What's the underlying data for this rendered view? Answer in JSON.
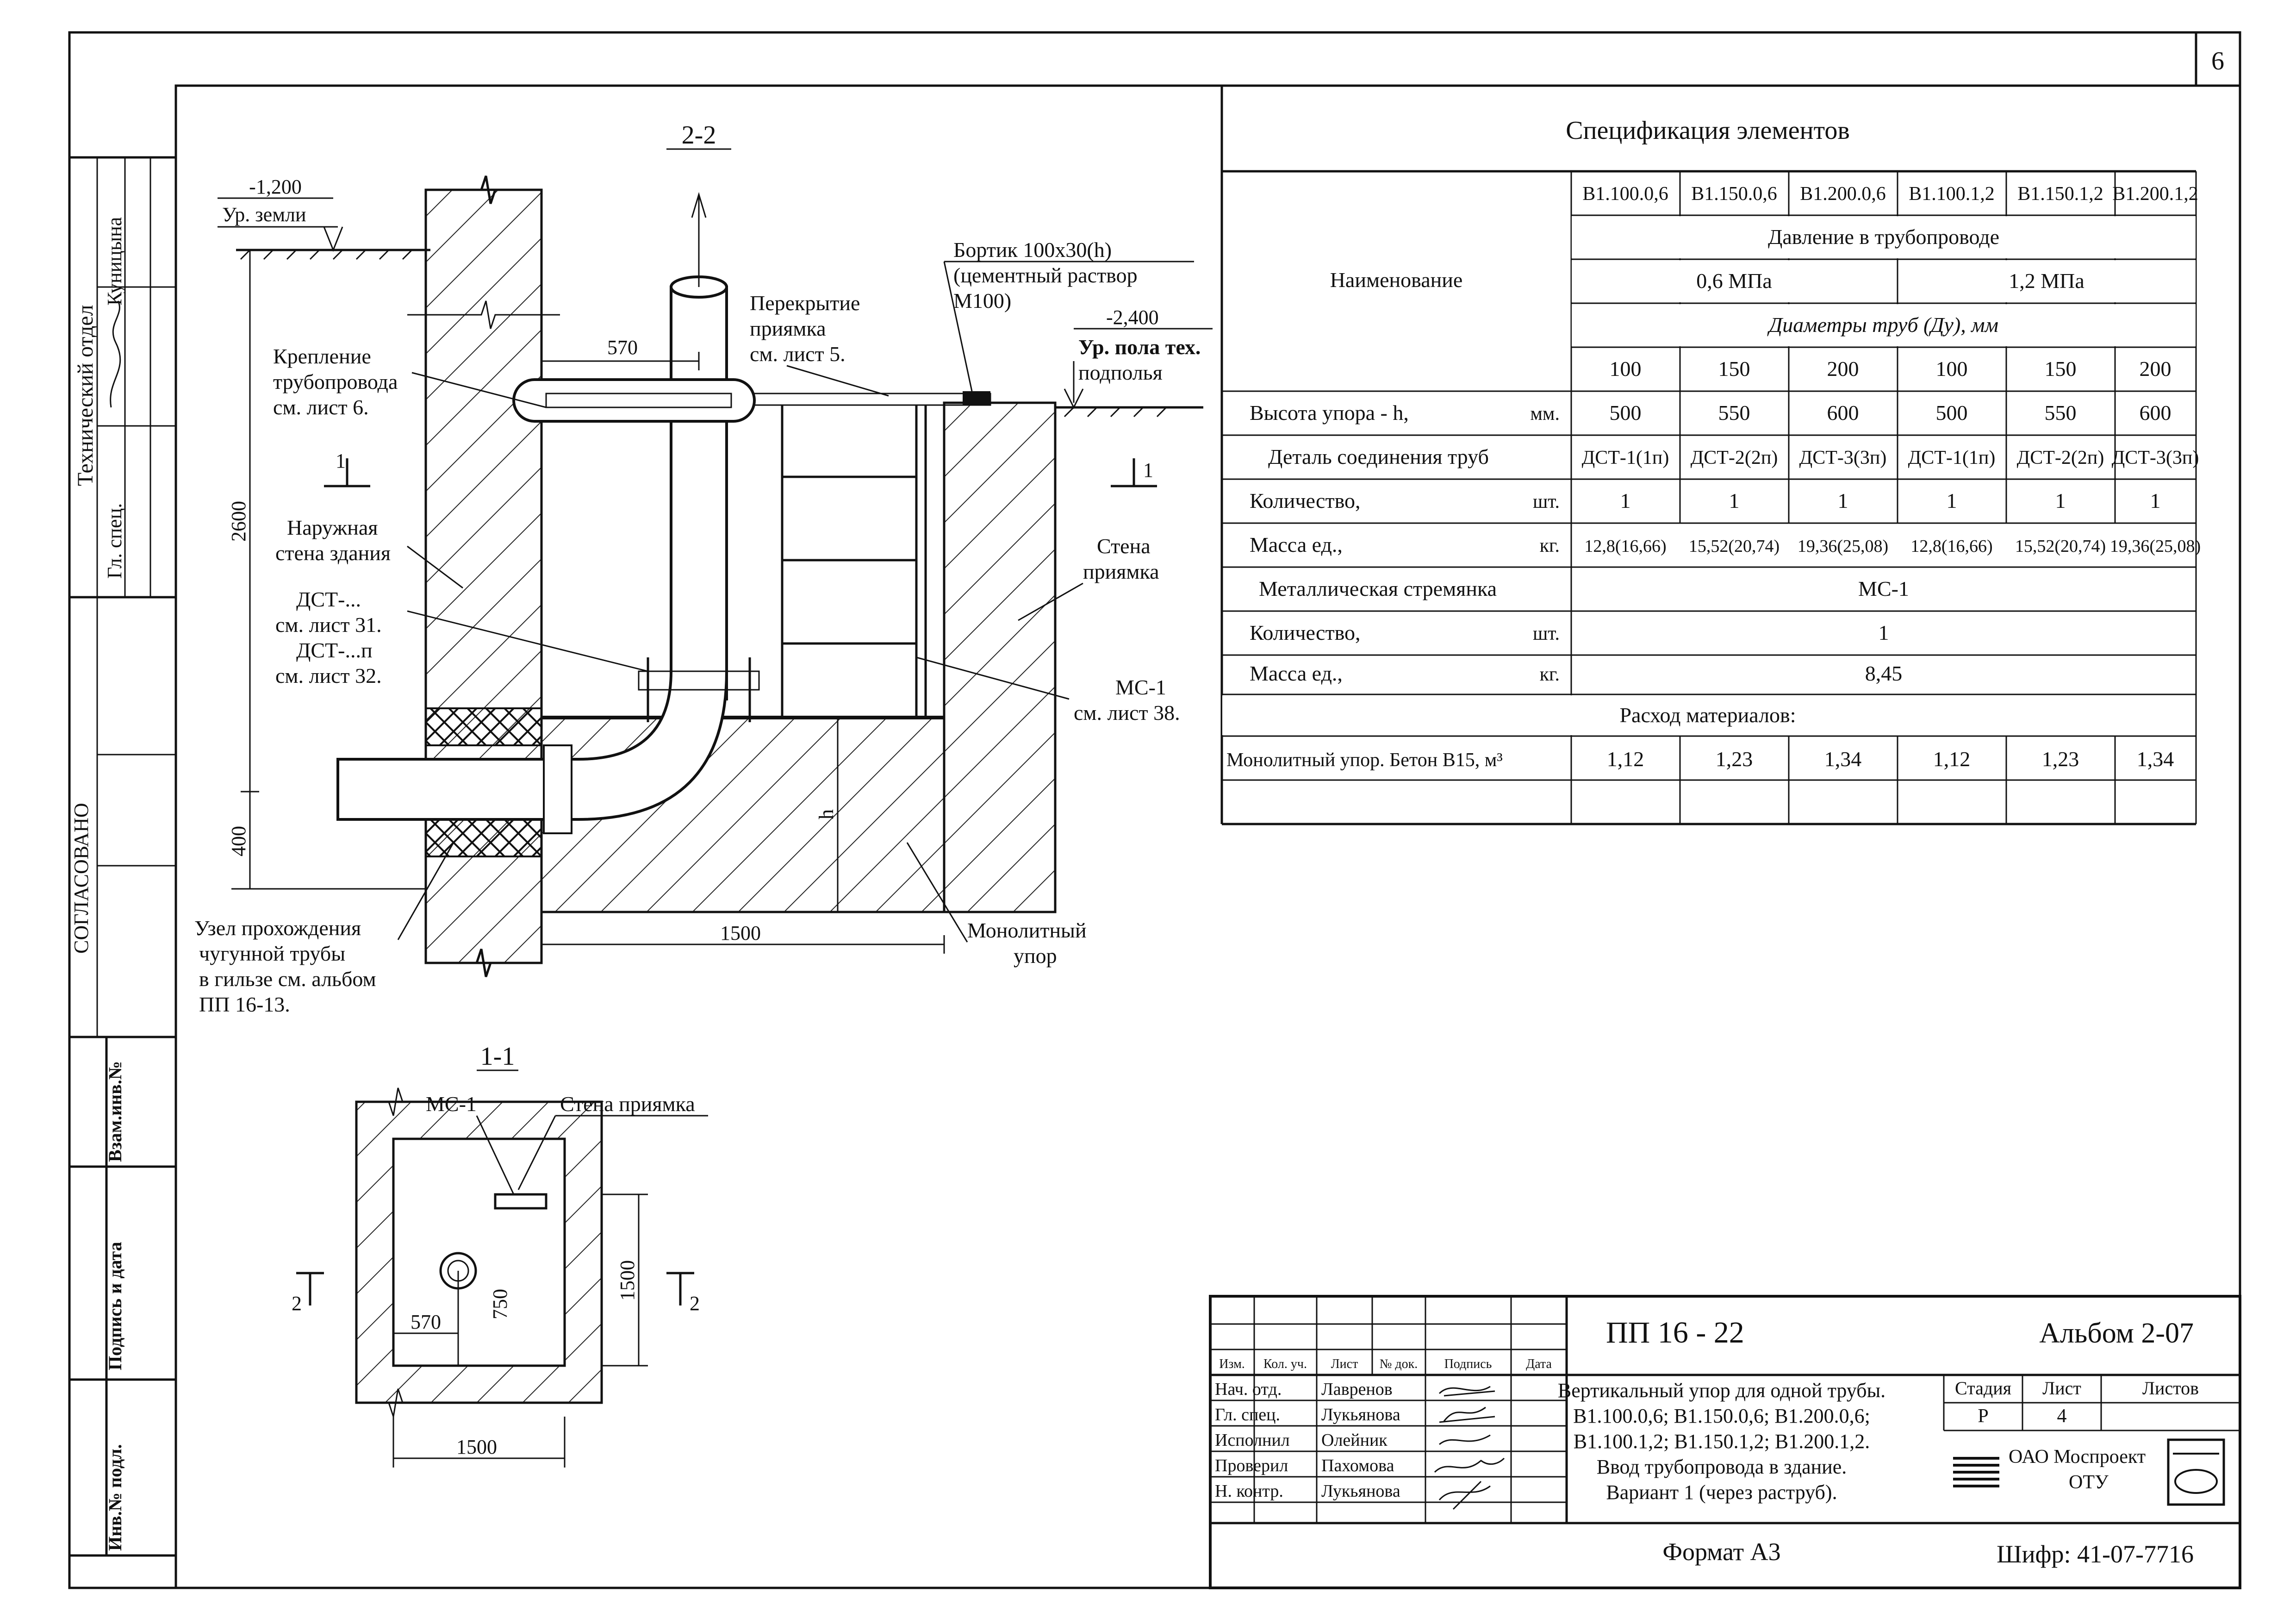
{
  "sheet_corner_number": "6",
  "left_stamp": {
    "dept": "Технический отдел",
    "role1": "Гл. спец.",
    "name1": "Куницына",
    "agreed": "СОГЛАСОВАНО",
    "inv_col": "Взам.инв.№",
    "sign_col": "Подпись и дата",
    "inv_orig_col": "Инв.№ подл."
  },
  "section_22": {
    "title": "2-2",
    "ground_mark": "-1,200",
    "ground_label": "Ур. земли",
    "curb_label_1": "Бортик 100х30(h)",
    "curb_label_2": "(цементный раствор",
    "curb_label_3": "М100)",
    "pit_cover_1": "Перекрытие",
    "pit_cover_2": "приямка",
    "pit_cover_3": "см. лист 5.",
    "floor_mark": "-2,400",
    "floor_label_1": "Ур. пола тех.",
    "floor_label_2": "подполья",
    "dim_570": "570",
    "fix_1": "Крепление",
    "fix_2": "трубопровода",
    "fix_3": "см. лист 6.",
    "dim_2600": "2600",
    "cut_1_left": "1",
    "cut_1_right": "1",
    "outer_wall_1": "Наружная",
    "outer_wall_2": "стена здания",
    "dst_1": "ДСТ-...",
    "dst_2": "см. лист 31.",
    "dst_3": "ДСТ-...п",
    "dst_4": "см. лист 32.",
    "pit_wall_1": "Стена",
    "pit_wall_2": "приямка",
    "ms_1": "МС-1",
    "ms_2": "см. лист 38.",
    "dim_h": "h",
    "dim_400": "400",
    "dim_1500": "1500",
    "node_1": "Узел прохождения",
    "node_2": "чугунной трубы",
    "node_3": "в гильзе см. альбом",
    "node_4": "ПП 16-13.",
    "mono_1": "Монолитный",
    "mono_2": "упор"
  },
  "section_11": {
    "title": "1-1",
    "ms": "МС-1",
    "pit_wall": "Стена приямка",
    "dim_570": "570",
    "dim_750": "750",
    "dim_1500_v": "1500",
    "dim_1500_h": "1500",
    "cut_2_left": "2",
    "cut_2_right": "2"
  },
  "spec": {
    "title": "Спецификация элементов",
    "name_header": "Наименование",
    "codes": [
      "В1.100.0,6",
      "В1.150.0,6",
      "В1.200.0,6",
      "В1.100.1,2",
      "В1.150.1,2",
      "В1.200.1,2"
    ],
    "pressure_header": "Давление в трубопроводе",
    "pressure_values": [
      "0,6 МПа",
      "1,2 МПа"
    ],
    "diam_header": "Диаметры труб (Ду),  мм",
    "diameters": [
      "100",
      "150",
      "200",
      "100",
      "150",
      "200"
    ],
    "rows": [
      {
        "name": "Высота упора - h,",
        "unit": "мм.",
        "values": [
          "500",
          "550",
          "600",
          "500",
          "550",
          "600"
        ]
      },
      {
        "name": "Деталь соединения труб",
        "unit": "",
        "values": [
          "ДСТ-1(1п)",
          "ДСТ-2(2п)",
          "ДСТ-3(3п)",
          "ДСТ-1(1п)",
          "ДСТ-2(2п)",
          "ДСТ-3(3п)"
        ]
      },
      {
        "name": "Количество,",
        "unit": "шт.",
        "values": [
          "1",
          "1",
          "1",
          "1",
          "1",
          "1"
        ]
      },
      {
        "name": "Масса ед.,",
        "unit": "кг.",
        "values": [
          "12,8(16,66)",
          "15,52(20,74)",
          "19,36(25,08)",
          "12,8(16,66)",
          "15,52(20,74)",
          "19,36(25,08)"
        ]
      }
    ],
    "ladder_name": "Металлическая стремянка",
    "ladder_value": "МС-1",
    "ladder_qty_name": "Количество,",
    "ladder_qty_unit": "шт.",
    "ladder_qty_value": "1",
    "ladder_mass_name": "Масса ед.,",
    "ladder_mass_unit": "кг.",
    "ladder_mass_value": "8,45",
    "materials_header": "Расход материалов:",
    "concrete_name": "Монолитный упор. Бетон В15, м³",
    "concrete_values": [
      "1,12",
      "1,23",
      "1,34",
      "1,12",
      "1,23",
      "1,34"
    ]
  },
  "title_block": {
    "head_cols": [
      "Изм.",
      "Кол. уч.",
      "Лист",
      "№ док.",
      "Подпись",
      "Дата"
    ],
    "people": [
      {
        "role": "Нач. отд.",
        "name": "Лавренов"
      },
      {
        "role": "Гл. спец.",
        "name": "Лукьянова"
      },
      {
        "role": "Исполнил",
        "name": "Олейник"
      },
      {
        "role": "Проверил",
        "name": "Пахомова"
      },
      {
        "role": "Н. контр.",
        "name": "Лукьянова"
      }
    ],
    "doc_code": "ПП   16 - 22",
    "album": "Альбом 2-07",
    "desc_1": "Вертикальный упор для одной трубы.",
    "desc_2": "В1.100.0,6; В1.150.0,6; В1.200.0,6;",
    "desc_3": "В1.100.1,2; В1.150.1,2; В1.200.1,2.",
    "desc_4": "Ввод трубопровода в здание.",
    "desc_5": "Вариант 1 (через раструб).",
    "stage_h": "Стадия",
    "sheet_h": "Лист",
    "sheets_h": "Листов",
    "stage_v": "Р",
    "sheet_v": "4",
    "sheets_v": "",
    "org_1": "ОАО Моспроект",
    "org_2": "ОТУ",
    "format": "Формат А3",
    "cipher": "Шифр: 41-07-7716"
  }
}
